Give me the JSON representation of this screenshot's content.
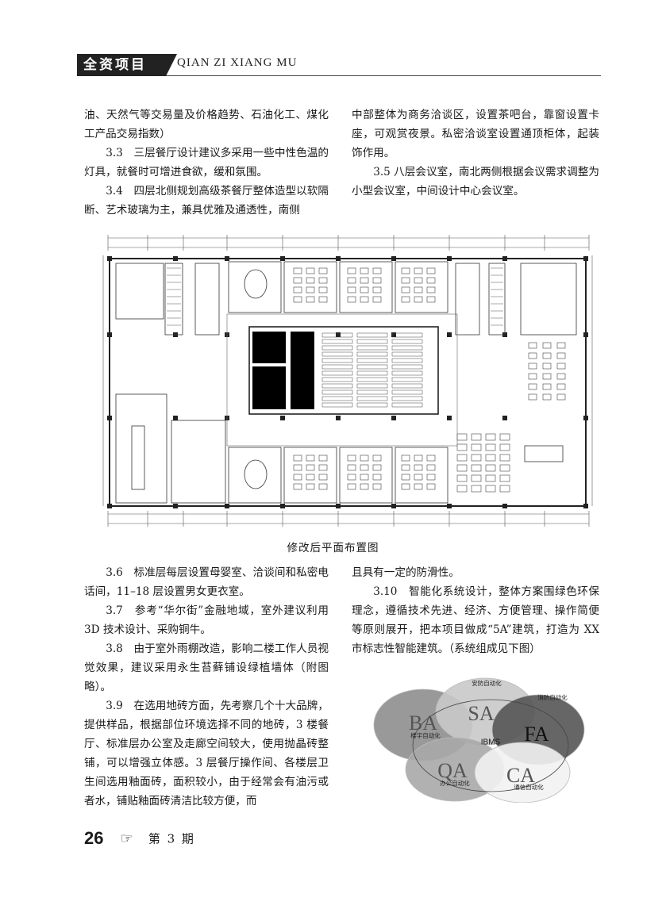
{
  "header": {
    "tag": "全资项目",
    "pinyin": "QIAN ZI XIANG MU"
  },
  "top_left": [
    {
      "text": "油、天然气等交易量及价格趋势、石油化工、煤化工产品交易指数）",
      "indent": false
    },
    {
      "text": "3.3　三层餐厅设计建议多采用一些中性色温的灯具，就餐时可增进食欲，缓和氛围。",
      "indent": true
    },
    {
      "text": "3.4　四层北侧规划高级茶餐厅整体造型以软隔断、艺术玻璃为主，兼具优雅及通透性，南侧",
      "indent": true
    }
  ],
  "top_right": [
    {
      "text": "中部整体为商务洽谈区，设置茶吧台，靠窗设置卡座，可观赏夜景。私密洽谈室设置通顶柜体，起装饰作用。",
      "indent": false
    },
    {
      "text": "3.5 八层会议室，南北两侧根据会议需求调整为小型会议室，中间设计中心会议室。",
      "indent": true
    }
  ],
  "figure": {
    "caption": "修改后平面布置图"
  },
  "bottom_left": [
    {
      "text": "3.6　标准层每层设置母婴室、洽谈间和私密电话间，11–18 层设置男女更衣室。",
      "indent": true
    },
    {
      "text": "3.7　参考“华尔街”金融地域，室外建议利用 3D 技术设计、采购铜牛。",
      "indent": true
    },
    {
      "text": "3.8　由于室外雨棚改造，影响二楼工作人员视觉效果，建议采用永生苔藓铺设绿植墙体（附图略）。",
      "indent": true
    },
    {
      "text": "3.9　在选用地砖方面，先考察几个十大品牌，提供样品，根据部位环境选择不同的地砖，3 楼餐厅、标准层办公室及走廊空间较大，使用抛晶砖整铺，可以增强立体感。3 层餐厅操作间、各楼层卫生间选用釉面砖，面积较小，由于经常会有油污或者水，铺贴釉面砖清洁比较方便，而",
      "indent": true
    }
  ],
  "bottom_right": [
    {
      "text": "且具有一定的防滑性。",
      "indent": false
    },
    {
      "text": "3.10　智能化系统设计，整体方案围绿色环保理念，遵循技术先进、经济、方便管理、操作简便等原则展开，把本项目做成“5A”建筑，打造为 XX 市标志性智能建筑。（系统组成见下图）",
      "indent": true
    }
  ],
  "diagram": {
    "center": "IBMS",
    "nodes": [
      {
        "abbr": "BA",
        "label": "楼宇自动化",
        "color": "#8e8e8e"
      },
      {
        "abbr": "SA",
        "label": "安防自动化",
        "color": "#c9c9c9"
      },
      {
        "abbr": "FA",
        "label": "消防自动化",
        "color": "#555555"
      },
      {
        "abbr": "QA",
        "label": "办公自动化",
        "color": "#a9a9a9"
      },
      {
        "abbr": "CA",
        "label": "通信自动化",
        "color": "#f2f2f2"
      }
    ]
  },
  "footer": {
    "page": "26",
    "issue": "第 3 期"
  }
}
